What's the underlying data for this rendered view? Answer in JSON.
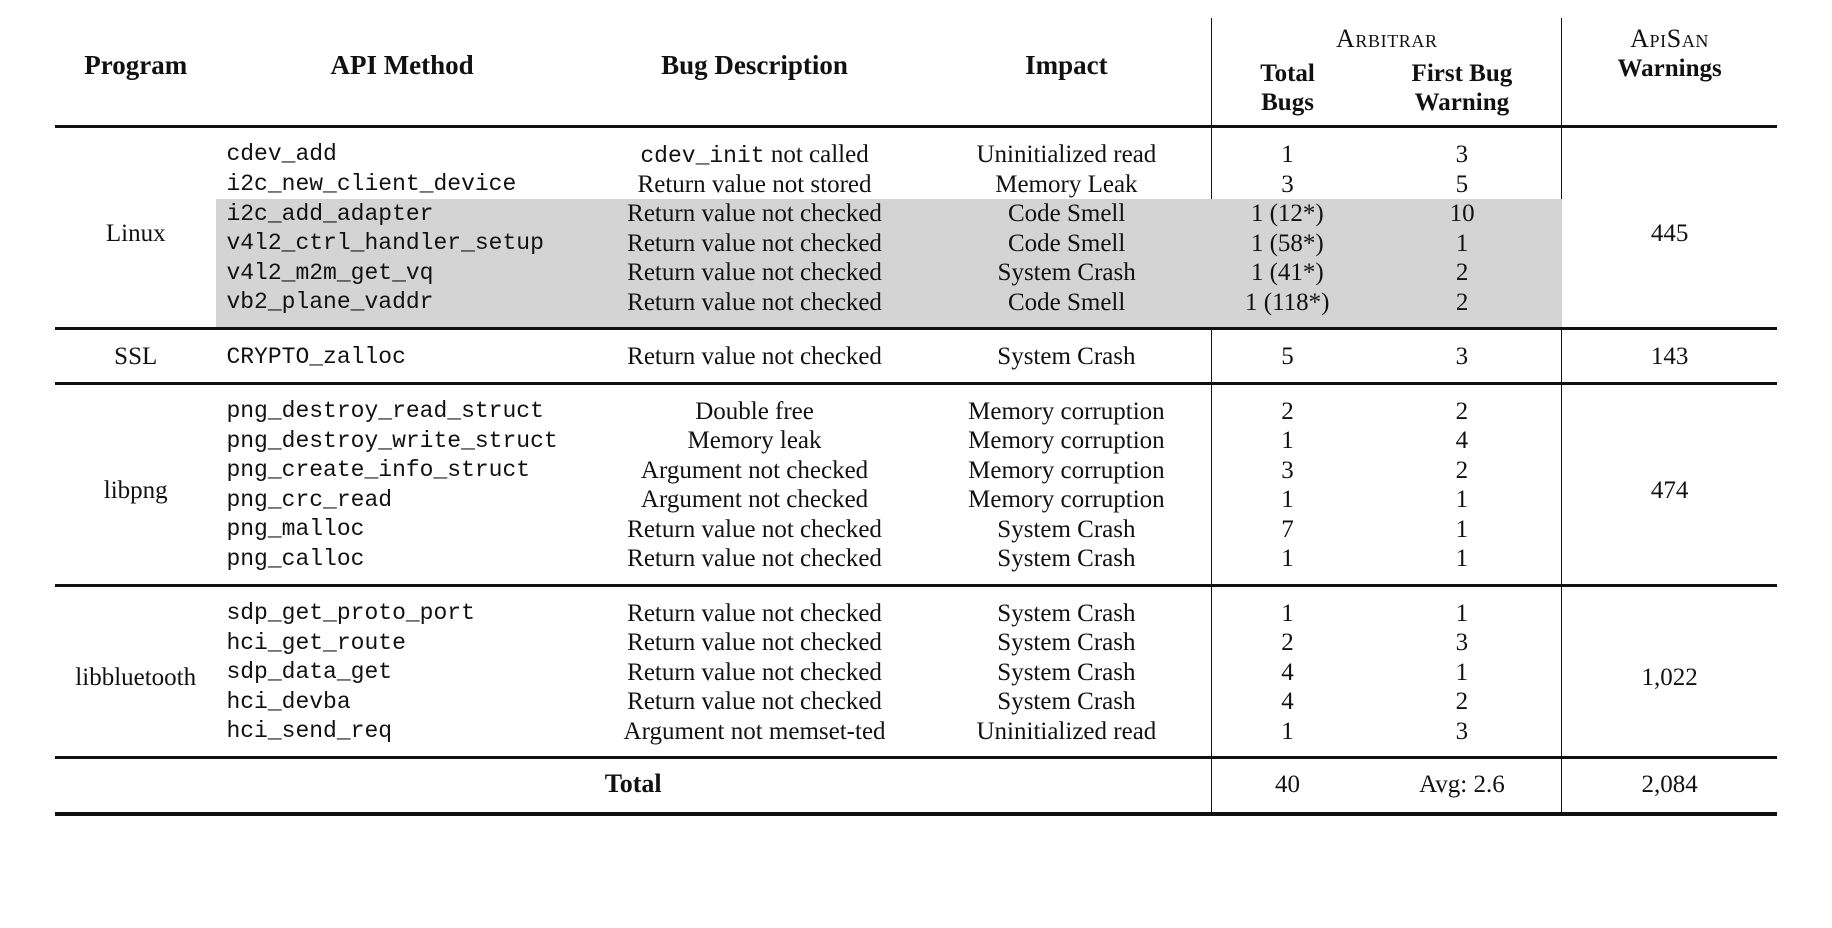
{
  "table": {
    "headers": {
      "program": "Program",
      "api_method": "API Method",
      "bug_description": "Bug Description",
      "impact": "Impact",
      "group_arbitrar": "Arbitrar",
      "total_bugs_line1": "Total",
      "total_bugs_line2": "Bugs",
      "first_bug_line1": "First Bug",
      "first_bug_line2": "Warning",
      "group_apisan": "ApiSan",
      "apisan_warnings": "Warnings"
    },
    "sections": [
      {
        "program": "Linux",
        "apisan_warnings": "445",
        "rows": [
          {
            "api": "cdev_add",
            "bug": "cdev_init not called",
            "bug_mono_prefix": "cdev_init",
            "bug_rest": " not called",
            "impact": "Uninitialized read",
            "total_bugs": "1",
            "first_bug_warning": "3",
            "shaded": false
          },
          {
            "api": "i2c_new_client_device",
            "bug": "Return value not stored",
            "impact": "Memory Leak",
            "total_bugs": "3",
            "first_bug_warning": "5",
            "shaded": false
          },
          {
            "api": "i2c_add_adapter",
            "bug": "Return value not checked",
            "impact": "Code Smell",
            "total_bugs": "1 (12*)",
            "first_bug_warning": "10",
            "shaded": true
          },
          {
            "api": "v4l2_ctrl_handler_setup",
            "bug": "Return value not checked",
            "impact": "Code Smell",
            "total_bugs": "1 (58*)",
            "first_bug_warning": "1",
            "shaded": true
          },
          {
            "api": "v4l2_m2m_get_vq",
            "bug": "Return value not checked",
            "impact": "System Crash",
            "total_bugs": "1 (41*)",
            "first_bug_warning": "2",
            "shaded": true
          },
          {
            "api": "vb2_plane_vaddr",
            "bug": "Return value not checked",
            "impact": "Code Smell",
            "total_bugs": "1 (118*)",
            "first_bug_warning": "2",
            "shaded": true
          }
        ]
      },
      {
        "program": "SSL",
        "apisan_warnings": "143",
        "rows": [
          {
            "api": "CRYPTO_zalloc",
            "bug": "Return value not checked",
            "impact": "System Crash",
            "total_bugs": "5",
            "first_bug_warning": "3",
            "shaded": false
          }
        ]
      },
      {
        "program": "libpng",
        "apisan_warnings": "474",
        "rows": [
          {
            "api": "png_destroy_read_struct",
            "bug": "Double free",
            "impact": "Memory corruption",
            "total_bugs": "2",
            "first_bug_warning": "2",
            "shaded": false
          },
          {
            "api": "png_destroy_write_struct",
            "bug": "Memory leak",
            "impact": "Memory corruption",
            "total_bugs": "1",
            "first_bug_warning": "4",
            "shaded": false
          },
          {
            "api": "png_create_info_struct",
            "bug": "Argument not checked",
            "impact": "Memory corruption",
            "total_bugs": "3",
            "first_bug_warning": "2",
            "shaded": false
          },
          {
            "api": "png_crc_read",
            "bug": "Argument not checked",
            "impact": "Memory corruption",
            "total_bugs": "1",
            "first_bug_warning": "1",
            "shaded": false
          },
          {
            "api": "png_malloc",
            "bug": "Return value not checked",
            "impact": "System Crash",
            "total_bugs": "7",
            "first_bug_warning": "1",
            "shaded": false
          },
          {
            "api": "png_calloc",
            "bug": "Return value not checked",
            "impact": "System Crash",
            "total_bugs": "1",
            "first_bug_warning": "1",
            "shaded": false
          }
        ]
      },
      {
        "program": "libbluetooth",
        "apisan_warnings": "1,022",
        "rows": [
          {
            "api": "sdp_get_proto_port",
            "bug": "Return value not checked",
            "impact": "System Crash",
            "total_bugs": "1",
            "first_bug_warning": "1",
            "shaded": false
          },
          {
            "api": "hci_get_route",
            "bug": "Return value not checked",
            "impact": "System Crash",
            "total_bugs": "2",
            "first_bug_warning": "3",
            "shaded": false
          },
          {
            "api": "sdp_data_get",
            "bug": "Return value not checked",
            "impact": "System Crash",
            "total_bugs": "4",
            "first_bug_warning": "1",
            "shaded": false
          },
          {
            "api": "hci_devba",
            "bug": "Return value not checked",
            "impact": "System Crash",
            "total_bugs": "4",
            "first_bug_warning": "2",
            "shaded": false
          },
          {
            "api": "hci_send_req",
            "bug": "Argument not memset-ted",
            "impact": "Uninitialized read",
            "total_bugs": "1",
            "first_bug_warning": "3",
            "shaded": false
          }
        ]
      }
    ],
    "total_row": {
      "label": "Total",
      "total_bugs": "40",
      "first_bug_warning": "Avg: 2.6",
      "apisan_warnings": "2,084"
    },
    "colors": {
      "shaded_row": "#d4d4d4",
      "rule": "#111111",
      "text": "#111111",
      "background": "#ffffff"
    }
  }
}
